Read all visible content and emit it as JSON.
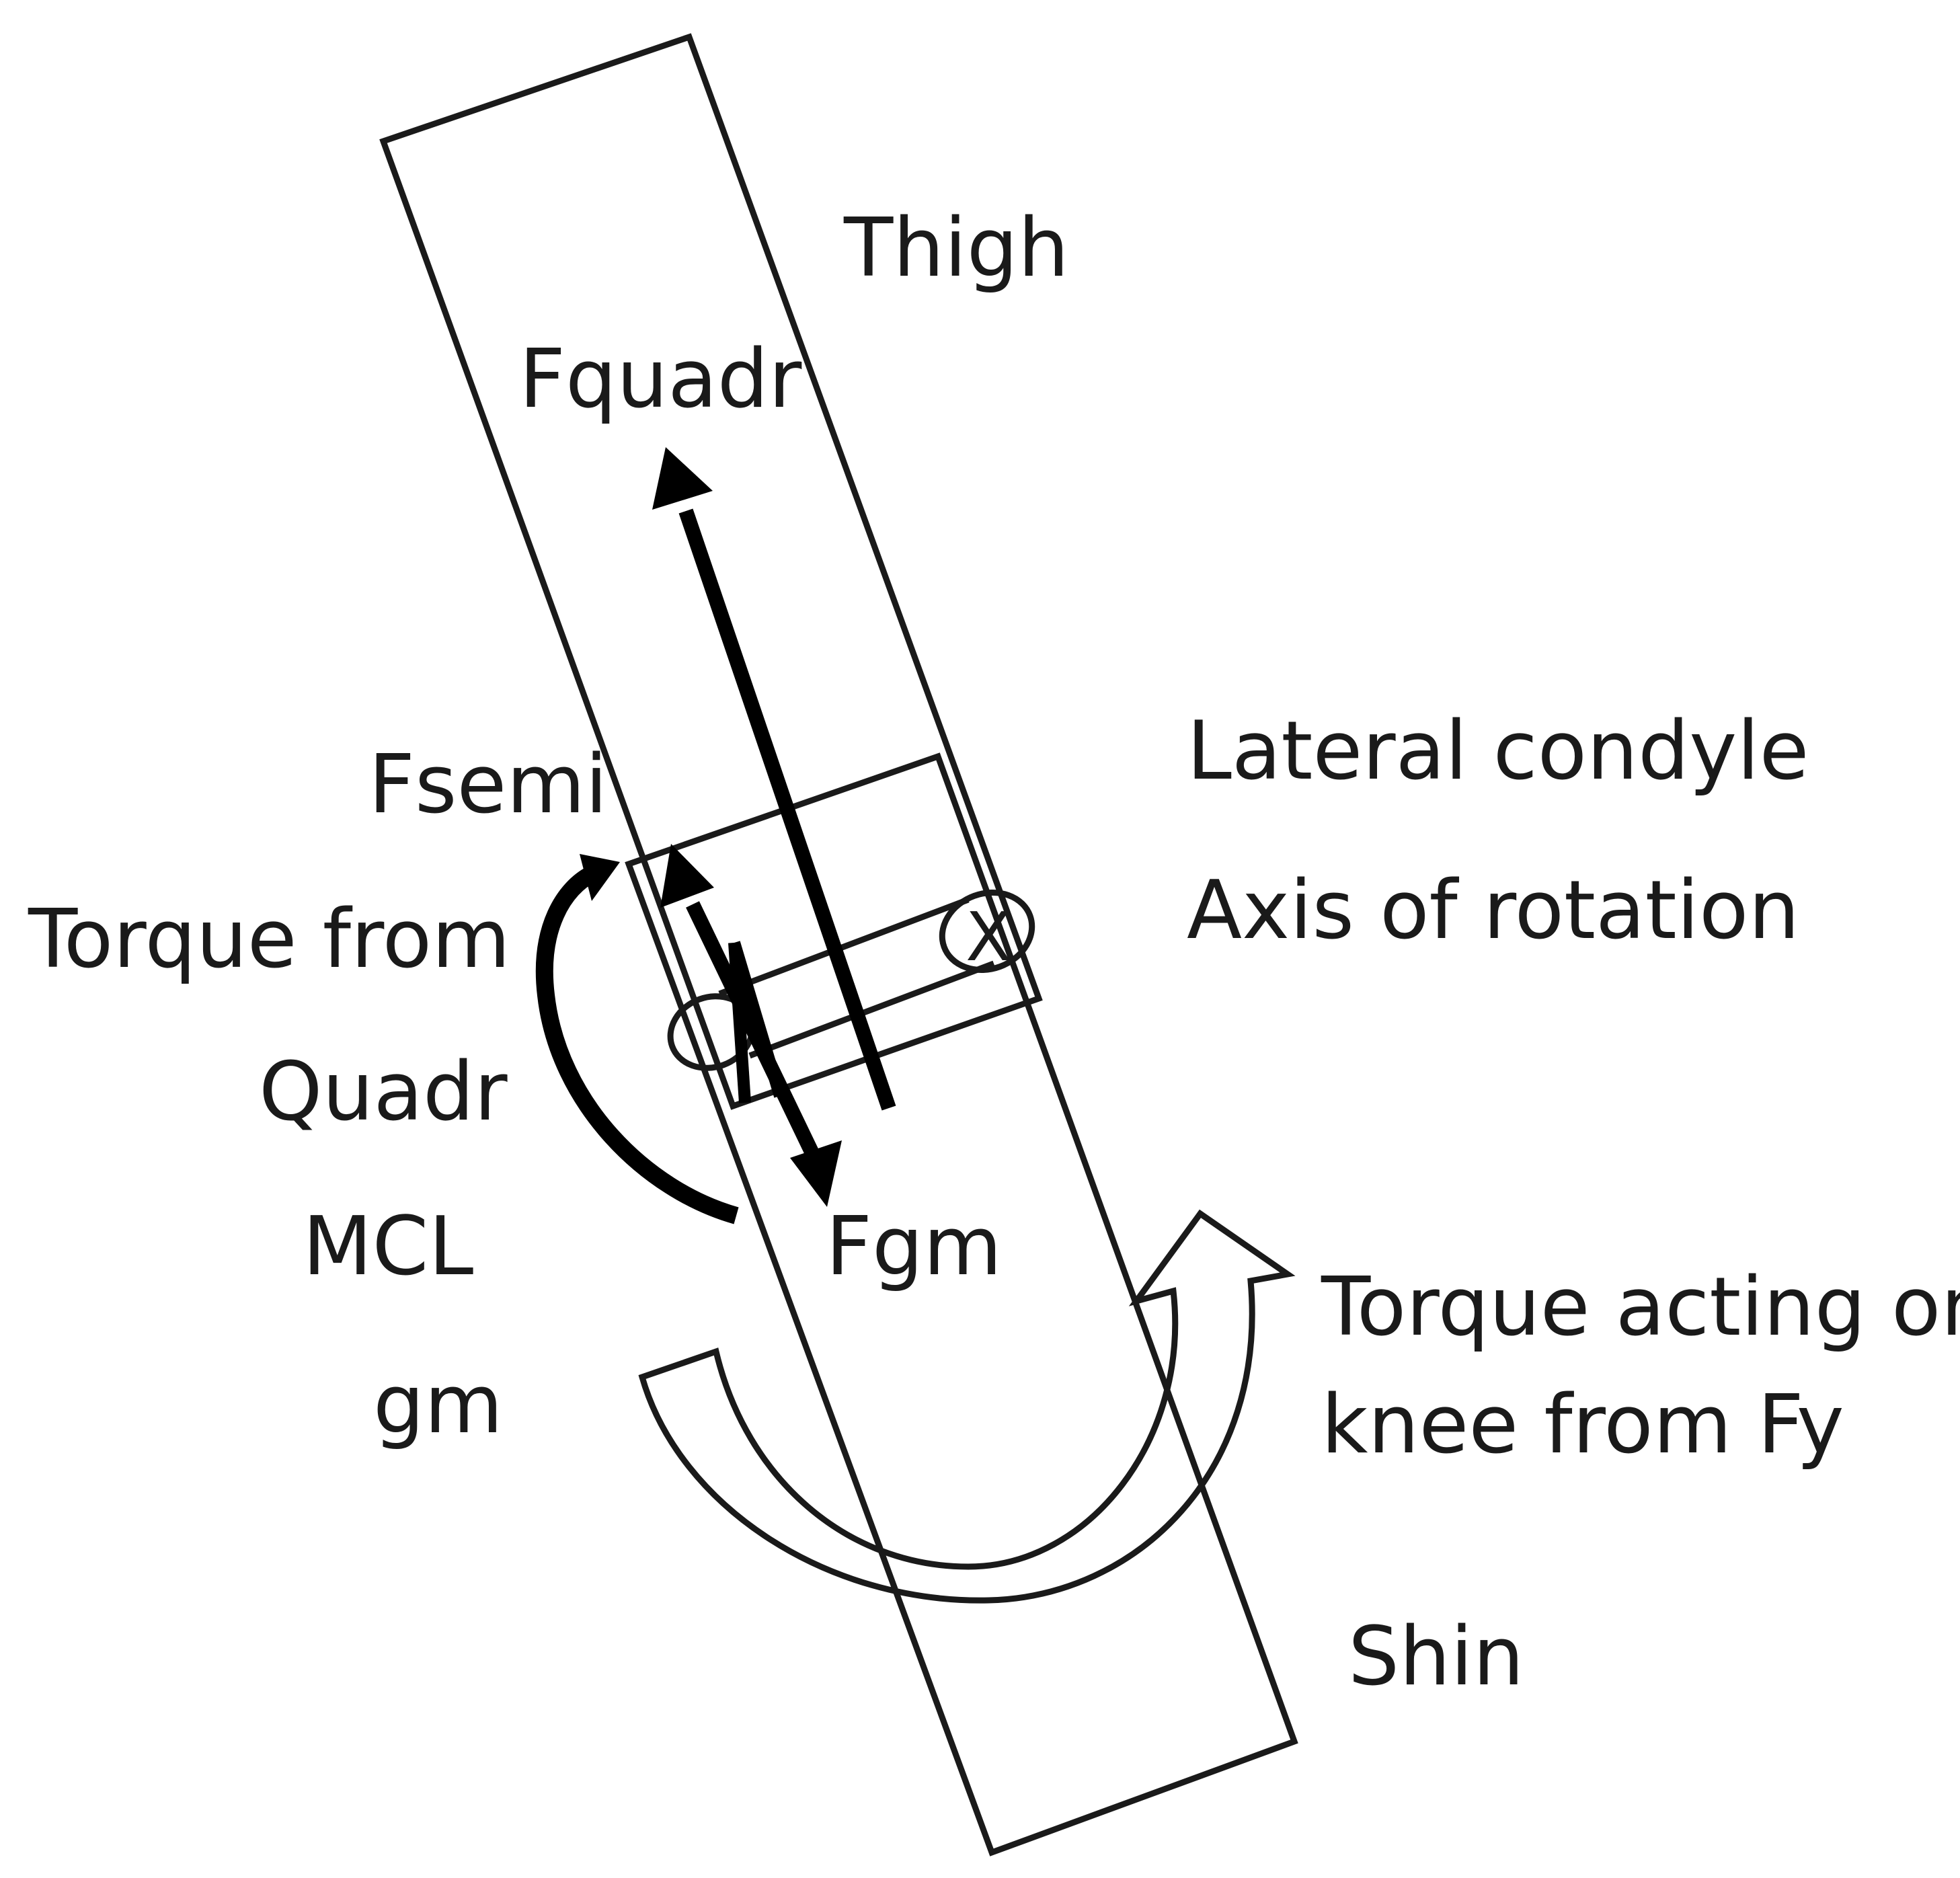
{
  "labels": {
    "thigh": "Thigh",
    "fquadr": "Fquadr",
    "lateral_condyle": "Lateral condyle",
    "axis_of_rotation": "Axis of rotation",
    "fsemi": "Fsemi",
    "torque_from": "Torque from",
    "quadr": "Quadr",
    "mcl": "MCL",
    "fgm": "Fgm",
    "gm": "gm",
    "torque_acting_line1": "Torque acting on",
    "torque_acting_line2": "knee from Fy",
    "shin": "Shin",
    "axis_marker": "X"
  },
  "colors": {
    "ink": "#1a1a1a",
    "background": "#ffffff"
  }
}
